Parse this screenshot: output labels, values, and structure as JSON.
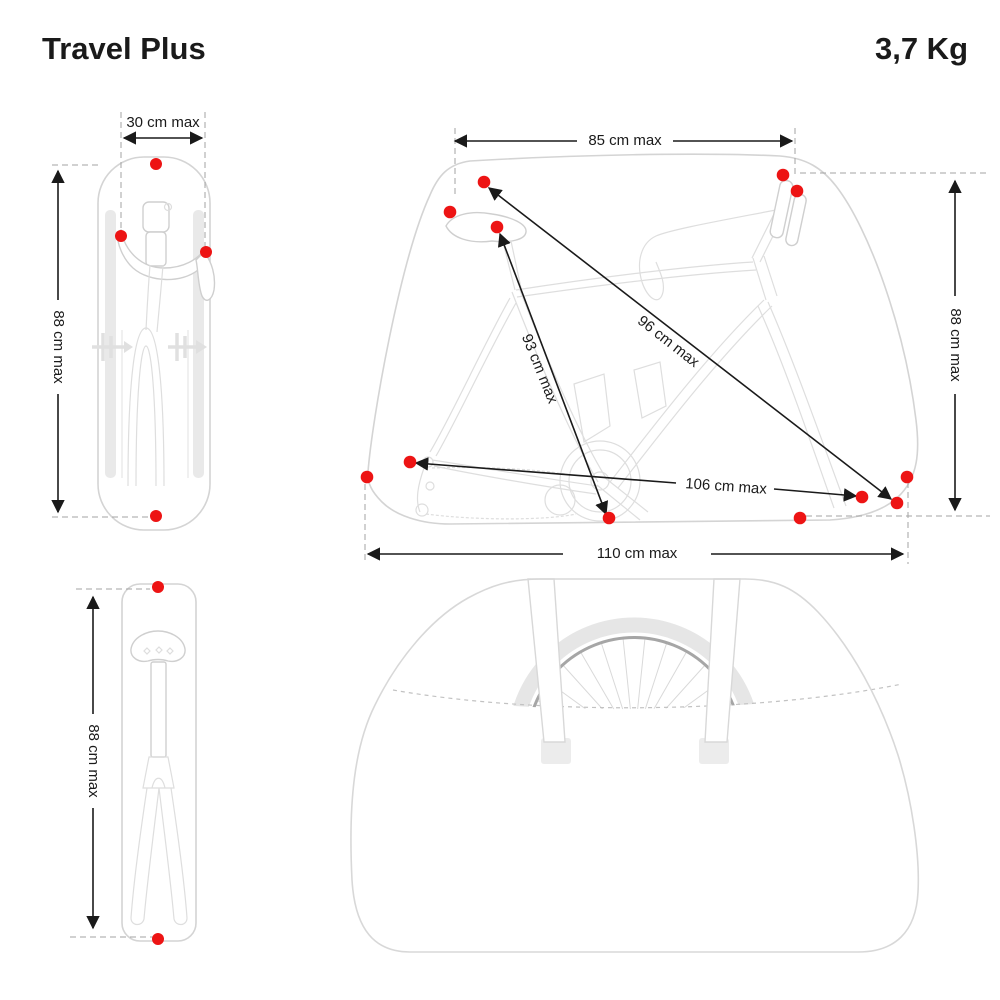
{
  "header": {
    "title": "Travel Plus",
    "weight": "3,7 Kg"
  },
  "views": {
    "front": {
      "width_label": "30 cm max",
      "height_label": "88 cm max"
    },
    "side": {
      "top_width_label": "85 cm max",
      "height_label": "88 cm max",
      "bottom_width_label": "110 cm max",
      "diagonal_long_label": "96 cm max",
      "diagonal_short_label": "93 cm max",
      "wheelbase_label": "106 cm max"
    },
    "rear": {
      "height_label": "88 cm max"
    }
  },
  "colors": {
    "marker_red": "#ed1414",
    "dimension_black": "#1a1a1a",
    "outline_gray": "#d4d4d4"
  }
}
